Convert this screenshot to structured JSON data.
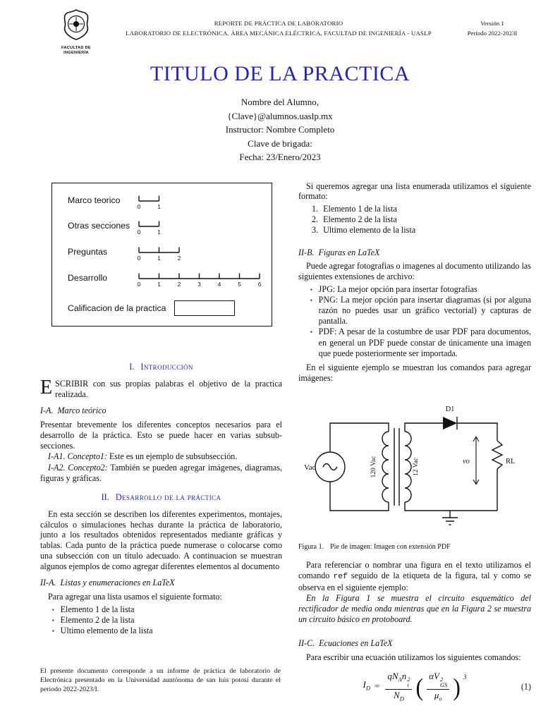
{
  "colors": {
    "accent": "#2222cc"
  },
  "glyphs": {
    "bullet": "▪",
    "lparen": "(",
    "rparen": ")"
  },
  "header": {
    "logo_caption": "FACULTAD DE INGENIERÍA",
    "center_line1": "REPORTE DE PRÁCTICA DE LABORATORIO",
    "center_line2": "LABORATORIO DE ELECTRÓNICA. ÁREA MECÁNICA ELÉCTRICA, FACULTAD DE INGENIERÍA - UASLP",
    "right_line1": "Versión 1",
    "right_line2": "Periodo 2022-2023I"
  },
  "title": "TITULO DE LA PRACTICA",
  "authors": {
    "line1": "Nombre del Alumno,",
    "line2": "{Clave}@alumnos.uaslp.mx",
    "line3": "Instructor: Nombre Completo",
    "line4": "Clave de brigada:",
    "line5": "Fecha: 23/Enero/2023"
  },
  "rubric": {
    "rows": [
      {
        "label": "Marco teorico",
        "ticks": [
          "0",
          "1"
        ]
      },
      {
        "label": "Otras secciones",
        "ticks": [
          "0",
          "1"
        ]
      },
      {
        "label": "Preguntas",
        "ticks": [
          "0",
          "1",
          "2"
        ]
      },
      {
        "label": "Desarrollo",
        "ticks": [
          "0",
          "1",
          "2",
          "3",
          "4",
          "5",
          "6"
        ]
      }
    ],
    "grade_label": "Calificacion de la practica"
  },
  "left": {
    "sec1_num": "I.",
    "sec1_title": "Introducción",
    "intro_dropcap": "E",
    "intro_rest": "SCRIBIR con sus propias palabras el objetivo de la practica realizada.",
    "subA_num": "I-A.",
    "subA_title": "Marco teórico",
    "p1": "Presentar brevemente los diferentes conceptos necesarios para el desarrollo de la práctica. Esto se puede hacer en varias subsub-secciones.",
    "ss1_label": "I-A1. Concepto1:",
    "ss1_text": "Este es un ejemplo de subsubsección.",
    "ss2_label": "I-A2. Concepto2:",
    "ss2_text": "También se pueden agregar imágenes, diagramas, figuras y gráficas.",
    "sec2_num": "II.",
    "sec2_title": "Desarrollo de la práctica",
    "p2": "En esta sección se describen los diferentes experimentos, montajes, cálculos o simulaciones hechas durante la práctica de laboratorio, junto a los resultados obtenidos representados mediante gráficas y tablas. Cada punto de la práctica puede numerase o colocarse como una subsección con un título adecuado. A continuacion se muestran algunos ejemplos de como agregar diferentes elementos al documento",
    "subB_num": "II-A.",
    "subB_title": "Listas y enumeraciones en LaTeX",
    "p3": "Para agregar una lista usamos el siguiente formato:",
    "list1": [
      "Elemento 1 de la lista",
      "Elemento 2 de la lista",
      "Ultimo elemento de la lista"
    ],
    "footnote": "El presente documento corresponde a un informe de práctica de laboratorio de Electrónica presentado en la Universidad auntónoma de san luis potosí durante el periodo 2022-2023/I."
  },
  "right": {
    "p1": "Si queremos agregar una lista enumerada utilizamos el siguiente formato:",
    "enum": [
      {
        "num": "1.",
        "text": "Elemento 1 de la lista"
      },
      {
        "num": "2.",
        "text": "Elemento 2 de la lista"
      },
      {
        "num": "3.",
        "text": "Ultimo elemento de la lista"
      }
    ],
    "subB_num": "II-B.",
    "subB_title": "Figuras en LaTeX",
    "p2": "Puede agregar fotografias o imagenes al documento utilizando las siguientes extensiones de archivo:",
    "list2": [
      "JPG: La mejor opción para insertar fotografías",
      "PNG: La mejor opción para insertar diagramas (si por alguna razón no puedes usar un gráfico vectorial) y capturas de pantalla.",
      "PDF: A pesar de la costumbre de usar PDF para documentos, en general un PDF puede constar de únicamente una imagen que puede posteriormente ser importada."
    ],
    "p3": "En el siguiente ejemplo se muestran los comandos para agregar imágenes:",
    "figure": {
      "label_vac": "Vac",
      "label_120vac": "120 Vac",
      "label_12vac": "12 Vac",
      "label_d1": "D1",
      "label_vo": "vo",
      "label_rl": "RL",
      "caption_label": "Figura 1.",
      "caption_text": "Pie de imagen: Imagen con extensión PDF"
    },
    "p4a": "Para referenciar o nombrar una figura en el texto utilizamos el comando",
    "p4_code": "ref",
    "p4b": "seguido de la etiqueta de la figura, tal y como se observa en el siguiente ejemplo:",
    "p5": "En la Figura 1 se muestra el circuito esquemático del rectificador de media onda mientras que en la Figura 2 se muestra un circuito básico en protoboard.",
    "subC_num": "II-C.",
    "subC_title": "Ecuaciones en LaTeX",
    "p6": "Para escribir una ecuación utilizamos los siguientes comandos:",
    "equation": {
      "lhs_var": "I",
      "lhs_sub": "D",
      "equals": "=",
      "f1n_a": "qN",
      "f1n_a_sub": "A",
      "f1n_b": "n",
      "f1n_b_sup": "2",
      "f1n_b_sub": "i",
      "f1d": "N",
      "f1d_sub": "D",
      "f2n_a": "αV",
      "f2n_sup": "2",
      "f2n_sub": "GS",
      "f2d": "μ",
      "f2d_sub": "o",
      "outer_exp": "3",
      "number": "(1)"
    }
  }
}
